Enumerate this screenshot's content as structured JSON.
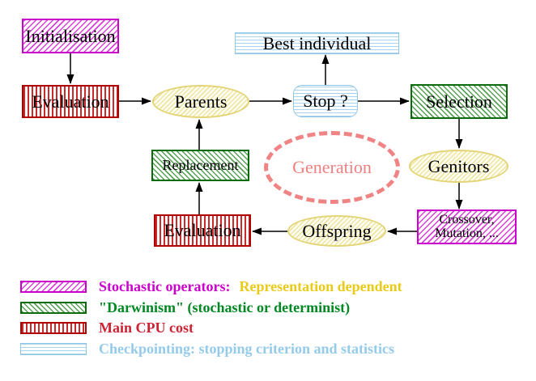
{
  "nodes": {
    "initialisation": {
      "label": "Initialisation"
    },
    "evaluation_top": {
      "label": "Evaluation"
    },
    "best_individual": {
      "label": "Best individual"
    },
    "parents": {
      "label": "Parents"
    },
    "stop": {
      "label": "Stop ?"
    },
    "selection": {
      "label": "Selection"
    },
    "genitors": {
      "label": "Genitors"
    },
    "crossover": {
      "line1": "Crossover,",
      "line2": "Mutation, ..."
    },
    "offspring": {
      "label": "Offspring"
    },
    "evaluation_bottom": {
      "label": "Evaluation"
    },
    "replacement": {
      "label": "Replacement"
    },
    "generation": {
      "label": "Generation"
    }
  },
  "connections": [
    {
      "from": "initialisation",
      "to": "evaluation_top"
    },
    {
      "from": "evaluation_top",
      "to": "parents"
    },
    {
      "from": "parents",
      "to": "stop"
    },
    {
      "from": "stop",
      "to": "best_individual"
    },
    {
      "from": "stop",
      "to": "selection"
    },
    {
      "from": "selection",
      "to": "genitors"
    },
    {
      "from": "genitors",
      "to": "crossover"
    },
    {
      "from": "crossover",
      "to": "offspring"
    },
    {
      "from": "offspring",
      "to": "evaluation_bottom"
    },
    {
      "from": "evaluation_bottom",
      "to": "replacement"
    },
    {
      "from": "replacement",
      "to": "parents"
    }
  ],
  "legend": {
    "row1": {
      "label_a": "Stochastic operators:",
      "label_b": "Representation dependent"
    },
    "row2": {
      "label": "\"Darwinism\" (stochastic or determinist)"
    },
    "row3": {
      "label": "Main CPU cost"
    },
    "row4": {
      "label": "Checkpointing: stopping criterion and statistics"
    }
  },
  "colors": {
    "magenta": "#CC00CC",
    "green_border": "#0A6B0A",
    "green_text": "#008822",
    "red_border": "#B00000",
    "red_stripe": "#CC2A2A",
    "crimson_text": "#CC2233",
    "cyan_border": "#90C6E6",
    "cyan_text": "#94CBEA",
    "yellow_border": "#E3D577",
    "gold_text": "#E9CB16",
    "salmon": "#F08080",
    "node_text": "#000000"
  }
}
